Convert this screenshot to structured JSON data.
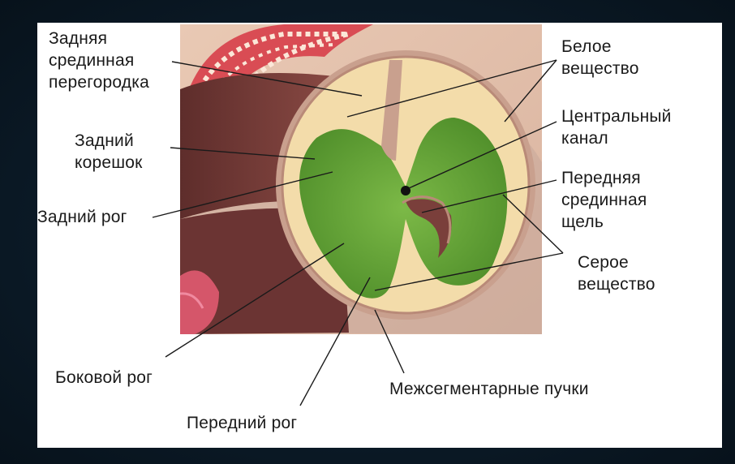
{
  "labels": {
    "posterior_median_septum": "Задняя\nсрединная\nперегородка",
    "posterior_root": "Задний\nкорешок",
    "posterior_horn": "Задний рог",
    "lateral_horn": "Боковой рог",
    "anterior_horn": "Передний рог",
    "intersegmental_bundles": "Межсегментарные пучки",
    "white_matter": "Белое\nвещество",
    "central_canal": "Центральный\nканал",
    "anterior_median_fissure": "Передняя\nсрединная\nщель",
    "gray_matter": "Серое\nвещество"
  },
  "colors": {
    "white_matter": "#f3dcaa",
    "gray_matter": "#6aa83a",
    "pia": "#c9a08e",
    "root_tissue": "#7a3f3b",
    "background": "#0b1a26"
  }
}
